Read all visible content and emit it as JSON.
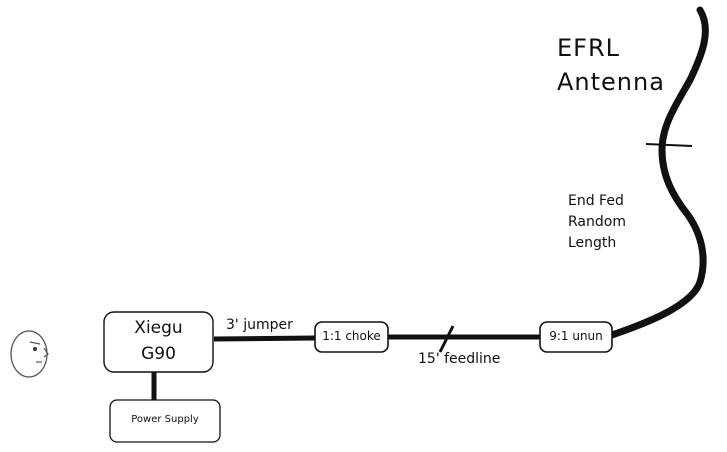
{
  "antenna": {
    "title_line1": "EFRL",
    "title_line2": "Antenna",
    "desc_line1": "End Fed",
    "desc_line2": "Random",
    "desc_line3": "Length"
  },
  "radio": {
    "line1": "Xiegu",
    "line2": "G90"
  },
  "power_supply": {
    "label": "Power Supply"
  },
  "choke": {
    "label": "1:1 choke"
  },
  "unun": {
    "label": "9:1 unun"
  },
  "jumper": {
    "label": "3' jumper"
  },
  "feedline": {
    "label": "15' feedline"
  },
  "colors": {
    "ink": "#111111",
    "face_stroke": "#555555"
  },
  "icons": {
    "operator": "operator-face-icon"
  }
}
